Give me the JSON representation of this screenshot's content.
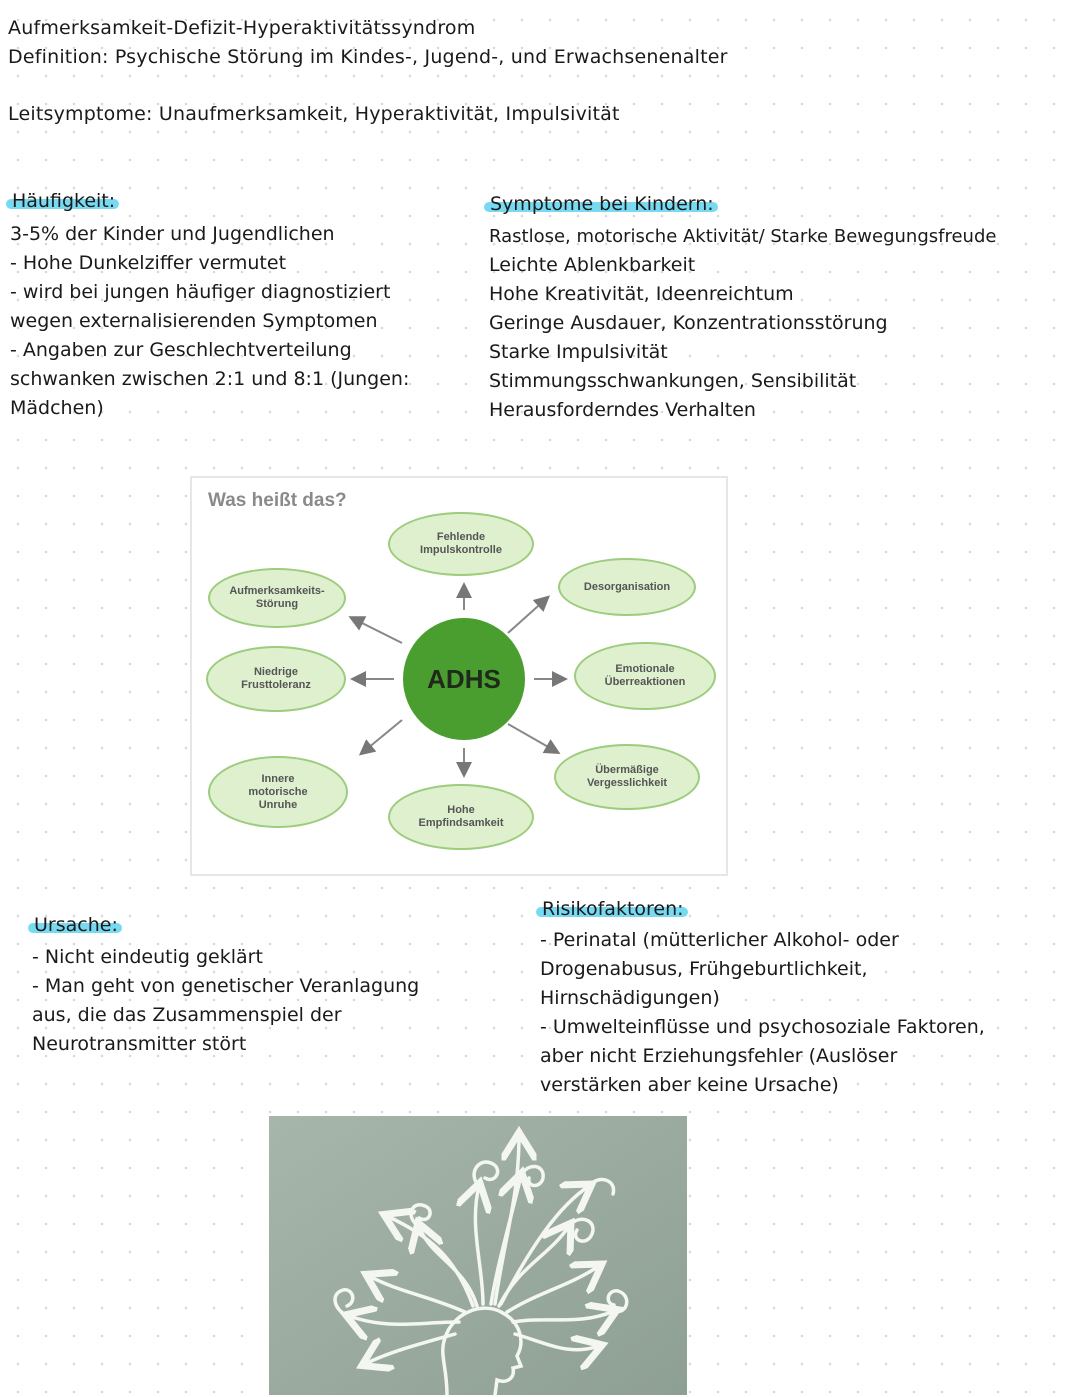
{
  "header": {
    "title": "Aufmerksamkeit-Defizit-Hyperaktivitätssyndrom",
    "definition": "Definition: Psychische Störung im Kindes-, Jugend-, und Erwachsenenalter",
    "leitsymptome": "Leitsymptome: Unaufmerksamkeit, Hyperaktivität, Impulsivität"
  },
  "haeufigkeit": {
    "heading": "Häufigkeit:",
    "lines": [
      "3-5% der Kinder und Jugendlichen",
      "- Hohe Dunkelziffer vermutet",
      "- wird bei jungen häufiger diagnostiziert",
      "wegen externalisierenden Symptomen",
      "- Angaben zur Geschlechtverteilung",
      "schwanken zwischen 2:1 und 8:1 (Jungen:",
      "Mädchen)"
    ]
  },
  "symptome": {
    "heading": "Symptome bei Kindern:",
    "lines": [
      "Rastlose, motorische Aktivität/ Starke Bewegungsfreude",
      "Leichte Ablenkbarkeit",
      "Hohe Kreativität, Ideenreichtum",
      "Geringe Ausdauer, Konzentrationsstörung",
      "Starke Impulsivität",
      "Stimmungsschwankungen, Sensibilität",
      "Herausforderndes Verhalten"
    ]
  },
  "diagram": {
    "title": "Was heißt das?",
    "center": "ADHS",
    "nodes": {
      "top": "Fehlende\nImpulskontrolle",
      "desorganisation": "Desorganisation",
      "emotional": "Emotionale\nÜberreaktionen",
      "vergesslichkeit": "Übermäßige\nVergesslichkeit",
      "bottom": "Hohe\nEmpfindsamkeit",
      "unruhe": "Innere\nmotorische\nUnruhe",
      "frust": "Niedrige\nFrusttoleranz",
      "aufmerksamkeit": "Aufmerksamkeits-\nStörung"
    }
  },
  "ursache": {
    "heading": "Ursache:",
    "lines": [
      "- Nicht eindeutig geklärt",
      "- Man geht von genetischer Veranlagung",
      "aus, die das Zusammenspiel der",
      "Neurotransmitter stört"
    ]
  },
  "risiko": {
    "heading": "Risikofaktoren:",
    "lines": [
      "- Perinatal (mütterlicher Alkohol- oder",
      "Drogenabusus, Frühgeburtlichkeit,",
      "Hirnschädigungen)",
      "- Umwelteinflüsse und psychosoziale Faktoren,",
      "aber nicht Erziehungsfehler (Auslöser",
      "verstärken aber keine Ursache)"
    ]
  },
  "colors": {
    "highlight": "#5fd3ee",
    "center_green": "#4a9e2f",
    "node_fill": "#dff0cf",
    "photo_bg": "#9aaa9e"
  }
}
